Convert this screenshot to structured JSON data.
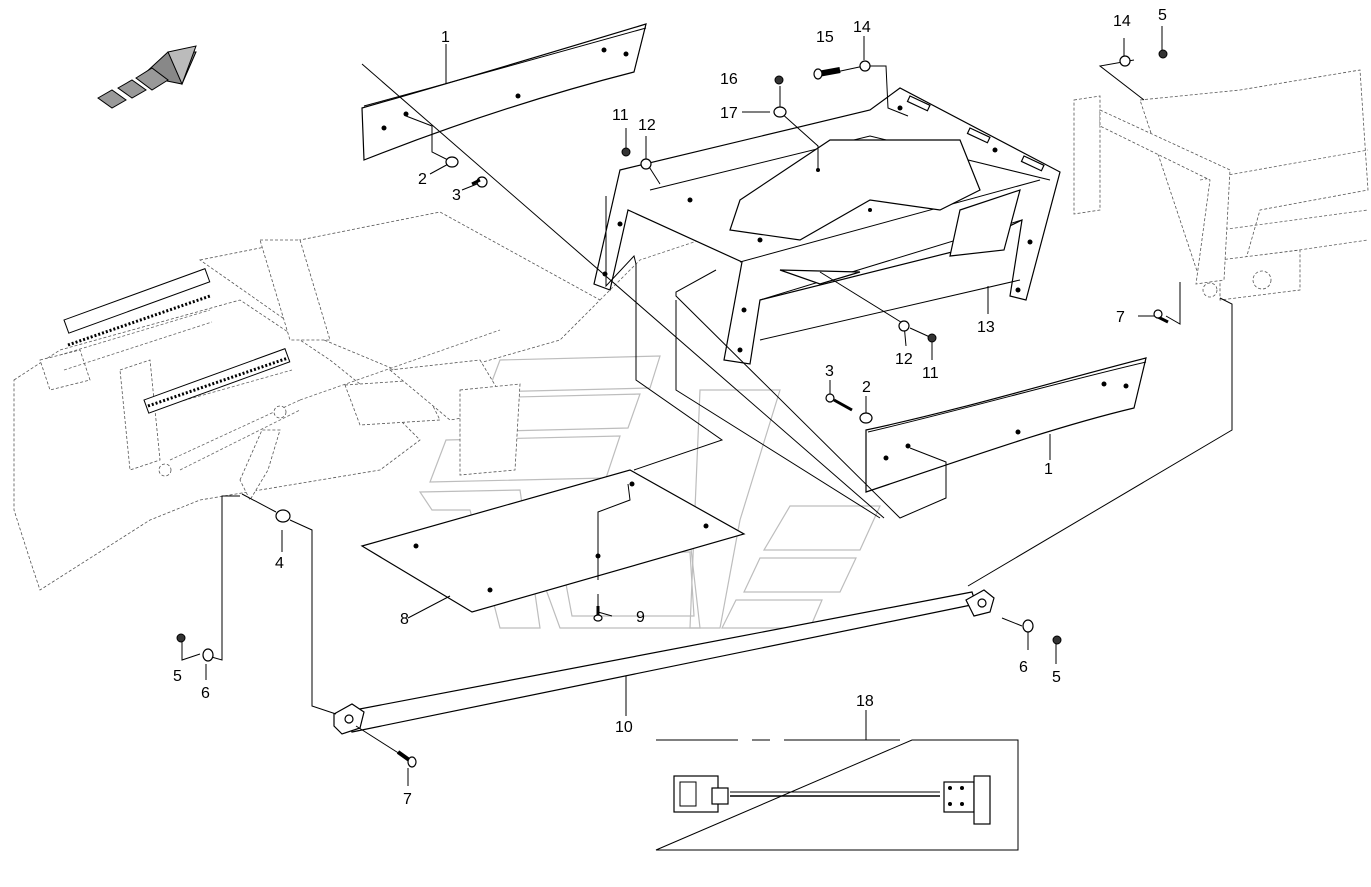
{
  "diagram": {
    "callouts": [
      {
        "id": "c1a",
        "text": "1"
      },
      {
        "id": "c1b",
        "text": "1"
      },
      {
        "id": "c2a",
        "text": "2"
      },
      {
        "id": "c2b",
        "text": "2"
      },
      {
        "id": "c3a",
        "text": "3"
      },
      {
        "id": "c3b",
        "text": "3"
      },
      {
        "id": "c4",
        "text": "4"
      },
      {
        "id": "c5a",
        "text": "5"
      },
      {
        "id": "c5b",
        "text": "5"
      },
      {
        "id": "c5c",
        "text": "5"
      },
      {
        "id": "c6a",
        "text": "6"
      },
      {
        "id": "c6b",
        "text": "6"
      },
      {
        "id": "c7a",
        "text": "7"
      },
      {
        "id": "c7b",
        "text": "7"
      },
      {
        "id": "c8",
        "text": "8"
      },
      {
        "id": "c9",
        "text": "9"
      },
      {
        "id": "c10",
        "text": "10"
      },
      {
        "id": "c11a",
        "text": "11"
      },
      {
        "id": "c11b",
        "text": "11"
      },
      {
        "id": "c12a",
        "text": "12"
      },
      {
        "id": "c12b",
        "text": "12"
      },
      {
        "id": "c13",
        "text": "13"
      },
      {
        "id": "c14a",
        "text": "14"
      },
      {
        "id": "c14b",
        "text": "14"
      },
      {
        "id": "c15",
        "text": "15"
      },
      {
        "id": "c16",
        "text": "16"
      },
      {
        "id": "c17",
        "text": "17"
      },
      {
        "id": "c18",
        "text": "18"
      }
    ],
    "icons": {
      "direction": "direction-arrow-icon",
      "watermark": "logo-watermark"
    }
  }
}
